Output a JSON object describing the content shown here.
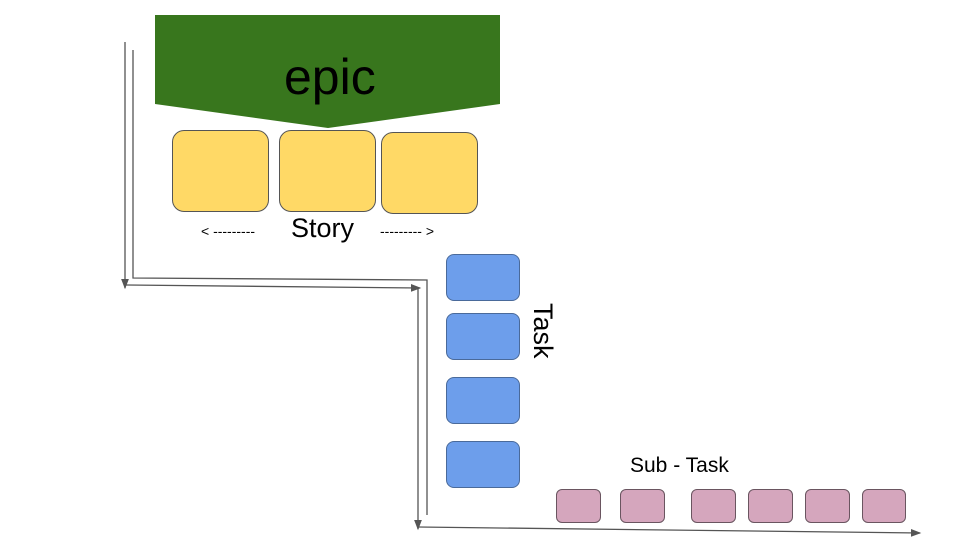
{
  "epic": {
    "label": "epic",
    "color": "#38761d"
  },
  "story": {
    "label": "Story",
    "left_arrow": "< ---------",
    "right_arrow": "--------- >",
    "color": "#ffd966",
    "count": 3
  },
  "task": {
    "label": "Task",
    "color": "#6d9eeb",
    "count": 4
  },
  "subtask": {
    "label": "Sub - Task",
    "color": "#d5a6bd",
    "count": 6
  }
}
